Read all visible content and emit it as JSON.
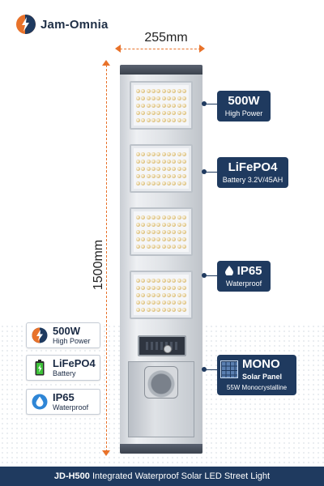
{
  "brand": {
    "name": "Jam-Omnia"
  },
  "dimensions": {
    "width": "255mm",
    "height": "1500mm"
  },
  "callouts": {
    "power": {
      "title": "500W",
      "subtitle": "High Power"
    },
    "battery": {
      "title": "LiFePO4",
      "subtitle": "Battery 3.2V/45AH"
    },
    "waterproof": {
      "title": "IP65",
      "subtitle": "Waterproof"
    },
    "solar": {
      "title": "MONO",
      "subtitle": "Solar Panel",
      "detail": "55W Monocrystalline"
    }
  },
  "badges": [
    {
      "title": "500W",
      "subtitle": "High Power",
      "icon": "lightning-icon"
    },
    {
      "title": "LiFePO4",
      "subtitle": "Battery",
      "icon": "battery-icon"
    },
    {
      "title": "IP65",
      "subtitle": "Waterproof",
      "icon": "water-drop-icon"
    }
  ],
  "footer": {
    "model": "JD-H500",
    "description": "Integrated Waterproof Solar LED Street Light"
  },
  "colors": {
    "navy": "#1f3a5f",
    "orange": "#e8722a"
  }
}
